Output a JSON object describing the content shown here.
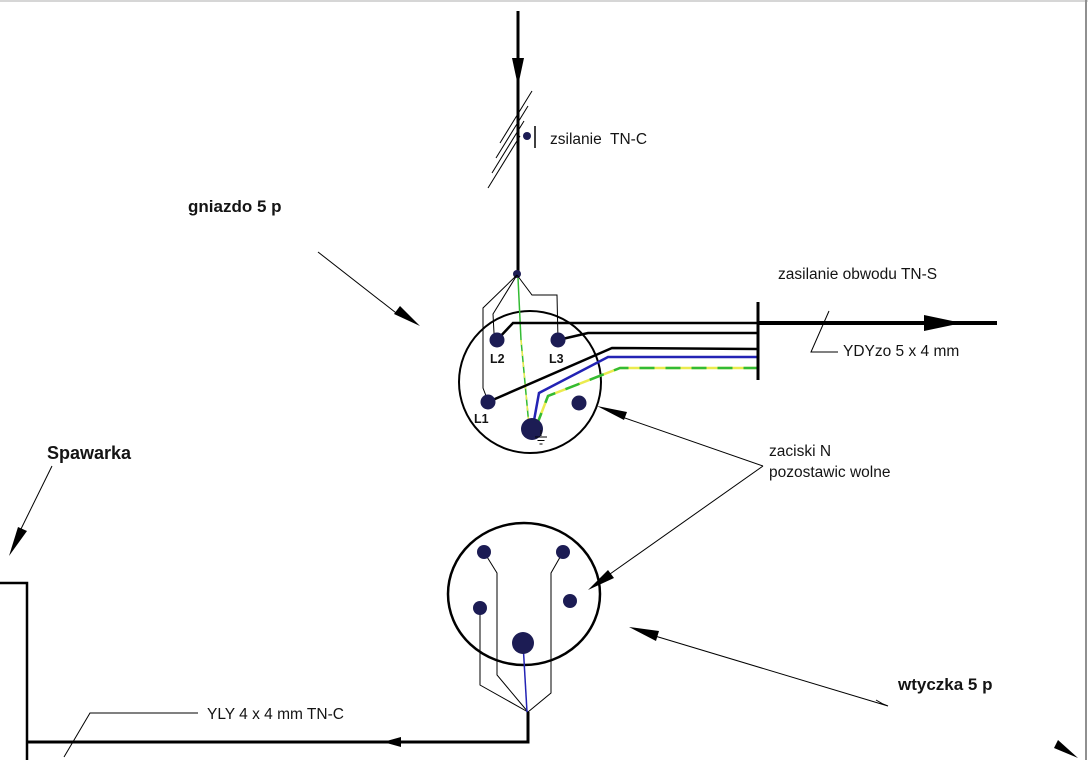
{
  "labels": {
    "supply_tnc": "zsilanie  TN-C",
    "socket_5p": "gniazdo 5 p",
    "tns_circuit": "zasilanie obwodu TN-S",
    "output_cable": "YDYzo 5 x 4 mm",
    "n_terminals_1": "zaciski N",
    "n_terminals_2": "pozostawic wolne",
    "welder": "Spawarka",
    "plug_5p": "wtyczka 5 p",
    "input_cable": "YLY 4 x 4 mm TN-C"
  },
  "socket": {
    "pins": {
      "l1": "L1",
      "l2": "L2",
      "l3": "L3"
    }
  },
  "colors": {
    "pin_navy": "#1c1c54",
    "wire_blue": "#2323b4",
    "wire_green": "#33bb33",
    "wire_yellow": "#ebeb4e",
    "border_gray": "#909090"
  }
}
